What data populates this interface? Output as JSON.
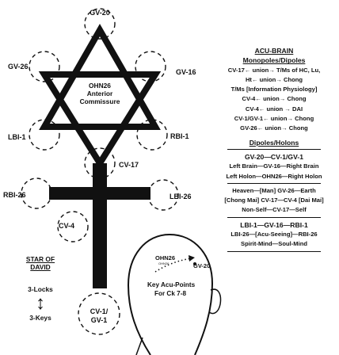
{
  "diagram": {
    "points": {
      "gv20": "GV-20",
      "gv26": "GV-26",
      "gv16": "GV-16",
      "lbi1": "LBI-1",
      "rbi1": "RBI-1",
      "cv17": "CV-17",
      "rbi26": "RBI-26",
      "lbi26": "LBI-26",
      "cv4": "CV-4",
      "cv1_line1": "CV-1/",
      "cv1_line2": "GV-1"
    },
    "center": {
      "line1": "OHN26",
      "line2": "Anterior",
      "line3": "Commissure"
    },
    "head": {
      "label": "OHN26",
      "sublabel": "OHN26",
      "gv20": "GV-20",
      "caption1": "Key Acu-Points",
      "caption2": "For Ck 7-8"
    },
    "legend": {
      "title1": "STAR OF",
      "title2": "DAVID",
      "locks": "3-Locks",
      "arrow": "↕",
      "keys": "3-Keys"
    }
  },
  "panel": {
    "title": "ACU-BRAIN",
    "subtitle": "Monopoles/Dipoles",
    "lines1": [
      "CV-17← union→ T/Ms of HC, Lu,",
      "Ht← union→ Chong",
      "T/Ms [Information Physiology]",
      "CV-4← union→ Chong",
      "CV-4← union → DAI",
      "CV-1/GV-1← union→ Chong",
      "GV-26← union→ Chong"
    ],
    "section2": "Dipoles/Holons",
    "lines2": [
      "GV-20—CV-1/GV-1",
      "Left Brain—GV-16—Right Brain",
      "Left Holon—OHN26—Right Holon"
    ],
    "lines3": [
      "Heaven—[Man] GV-26—Earth",
      "[Chong Mai] CV-17—CV-4 [Dai Mai]",
      "Non-Self—CV-17—Self"
    ],
    "lines4": [
      "LBI-1—GV-16—RBI-1",
      "LBI-26—[Acu-Seeing]—RBI-26",
      "Spirit-Mind—Soul-Mind"
    ]
  }
}
